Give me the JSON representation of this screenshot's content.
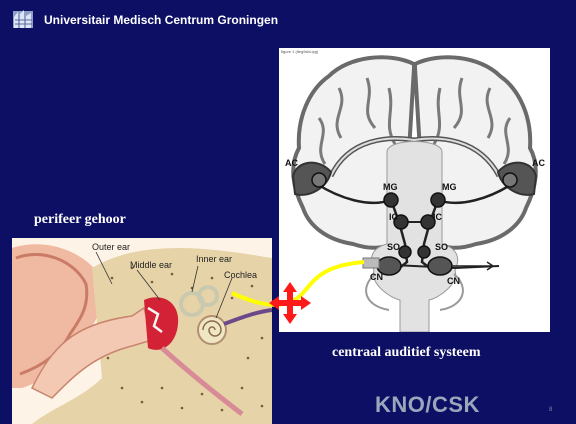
{
  "header": {
    "title": "Universitair Medisch Centrum Groningen"
  },
  "labels": {
    "peripheral": "perifeer gehoor",
    "central": "centraal auditief systeem",
    "footer": "KNO/CSK",
    "page_number": "8"
  },
  "brain_diagram": {
    "caption": "figure 1 (ifeg9sbl.ipg)",
    "nuclei": [
      {
        "id": "ac-left",
        "label": "AC"
      },
      {
        "id": "ac-right",
        "label": "AC"
      },
      {
        "id": "mg-left",
        "label": "MG"
      },
      {
        "id": "mg-right",
        "label": "MG"
      },
      {
        "id": "ic-left",
        "label": "IC"
      },
      {
        "id": "ic-right",
        "label": "IC"
      },
      {
        "id": "so-left",
        "label": "SO"
      },
      {
        "id": "so-right",
        "label": "SO"
      },
      {
        "id": "cn-left",
        "label": "CN"
      },
      {
        "id": "cn-right",
        "label": "CN"
      }
    ]
  },
  "ear_diagram": {
    "labels": [
      "Outer ear",
      "Middle ear",
      "Inner ear",
      "Cochlea"
    ]
  },
  "colors": {
    "background": "#0c0f63",
    "connector": "#ffff00",
    "arrow": "#ff1a1a",
    "footer_text": "#9aa6bb"
  }
}
